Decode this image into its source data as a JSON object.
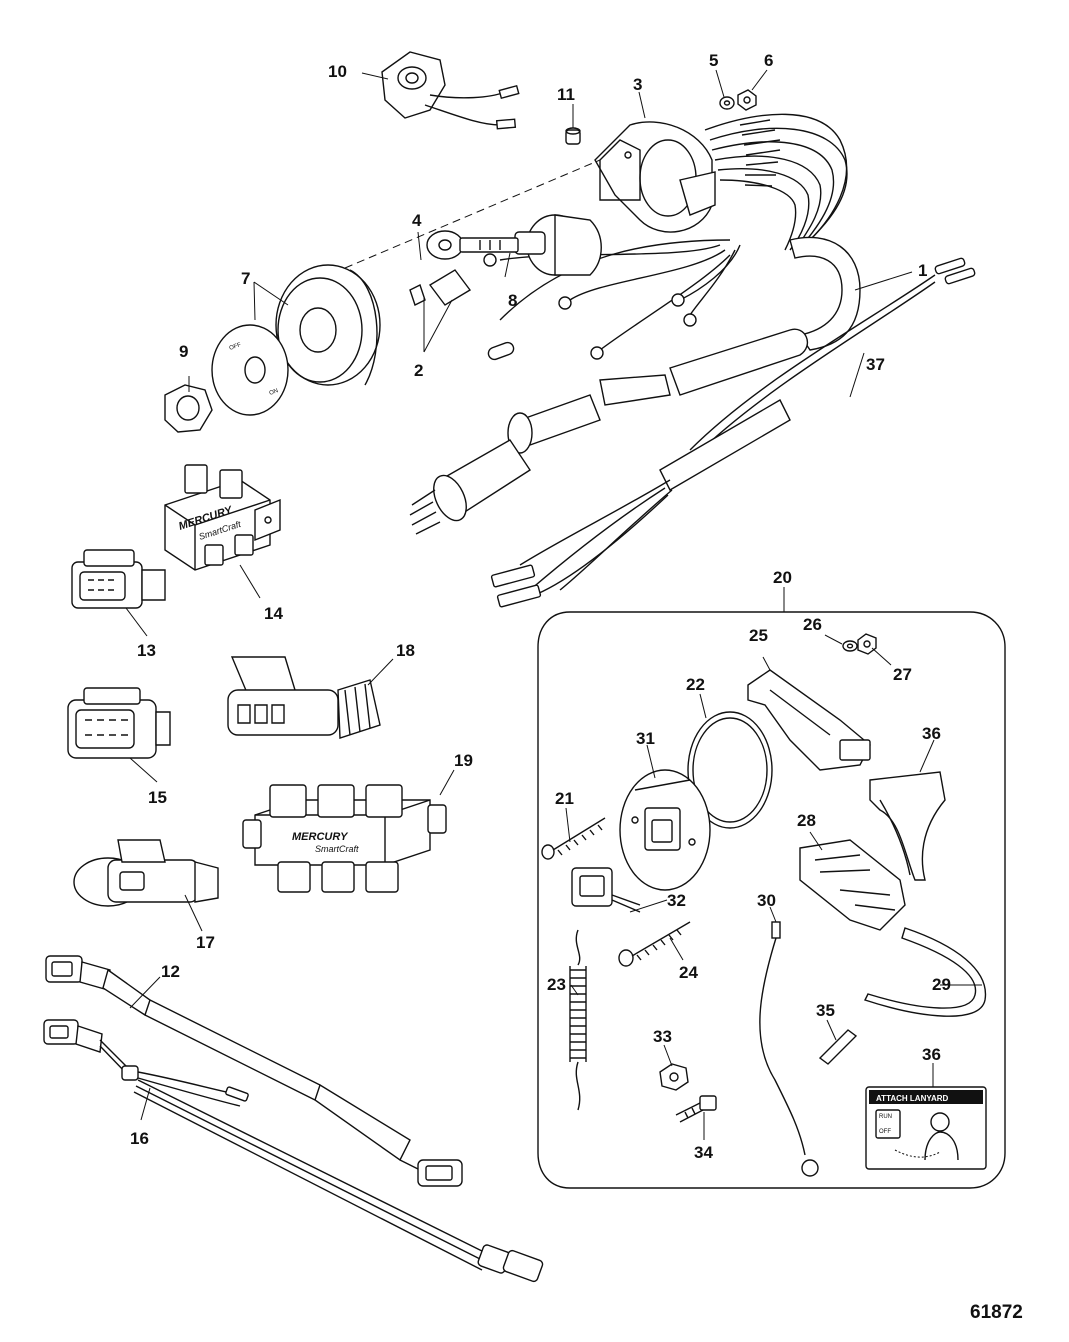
{
  "callouts": [
    {
      "id": "1",
      "text": "1"
    },
    {
      "id": "2",
      "text": "2"
    },
    {
      "id": "3",
      "text": "3"
    },
    {
      "id": "4",
      "text": "4"
    },
    {
      "id": "5",
      "text": "5"
    },
    {
      "id": "6",
      "text": "6"
    },
    {
      "id": "7",
      "text": "7"
    },
    {
      "id": "8",
      "text": "8"
    },
    {
      "id": "9",
      "text": "9"
    },
    {
      "id": "10",
      "text": "10"
    },
    {
      "id": "11",
      "text": "11"
    },
    {
      "id": "12",
      "text": "12"
    },
    {
      "id": "13",
      "text": "13"
    },
    {
      "id": "14",
      "text": "14"
    },
    {
      "id": "15",
      "text": "15"
    },
    {
      "id": "16",
      "text": "16"
    },
    {
      "id": "17",
      "text": "17"
    },
    {
      "id": "18",
      "text": "18"
    },
    {
      "id": "19",
      "text": "19"
    },
    {
      "id": "20",
      "text": "20"
    },
    {
      "id": "21",
      "text": "21"
    },
    {
      "id": "22",
      "text": "22"
    },
    {
      "id": "23",
      "text": "23"
    },
    {
      "id": "24",
      "text": "24"
    },
    {
      "id": "25",
      "text": "25"
    },
    {
      "id": "26",
      "text": "26"
    },
    {
      "id": "27",
      "text": "27"
    },
    {
      "id": "28",
      "text": "28"
    },
    {
      "id": "29",
      "text": "29"
    },
    {
      "id": "30",
      "text": "30"
    },
    {
      "id": "31",
      "text": "31"
    },
    {
      "id": "32",
      "text": "32"
    },
    {
      "id": "33",
      "text": "33"
    },
    {
      "id": "34",
      "text": "34"
    },
    {
      "id": "35",
      "text": "35"
    },
    {
      "id": "36a",
      "text": "36"
    },
    {
      "id": "36b",
      "text": "36"
    },
    {
      "id": "37",
      "text": "37"
    }
  ],
  "brand_labels": {
    "hub14_brand": "MERCURY",
    "hub14_sub": "SmartCraft",
    "hub19_brand": "MERCURY",
    "hub19_sub": "SmartCraft"
  },
  "decal": {
    "title": "ATTACH LANYARD",
    "run": "RUN",
    "off": "OFF"
  },
  "figure_ref": "61872"
}
